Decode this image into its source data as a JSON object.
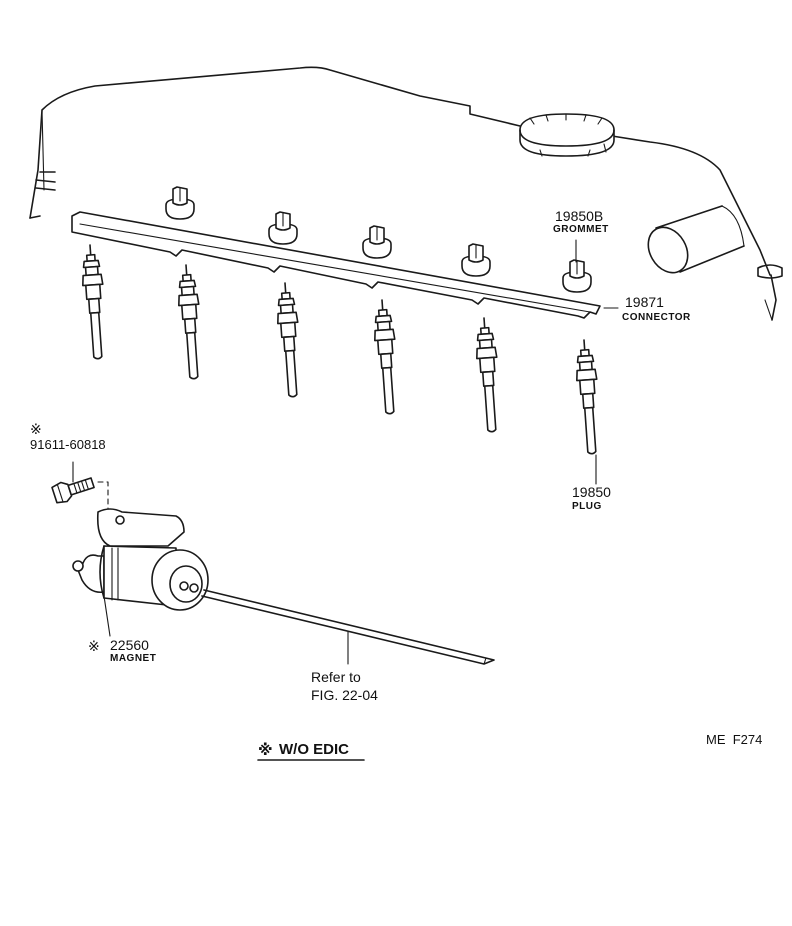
{
  "parts": {
    "grommet": {
      "number": "19850B",
      "name": "GROMMET"
    },
    "connector": {
      "number": "19871",
      "name": "CONNECTOR"
    },
    "plug": {
      "number": "19850",
      "name": "PLUG"
    },
    "bolt": {
      "mark": "※",
      "number": "91611-60818"
    },
    "magnet": {
      "mark": "※",
      "number": "22560",
      "name": "MAGNET"
    }
  },
  "reference": {
    "line1": "Refer to",
    "line2": "FIG. 22-04"
  },
  "footnote": {
    "mark": "※",
    "text": "W/O EDIC"
  },
  "figure_code": "ME  F274"
}
